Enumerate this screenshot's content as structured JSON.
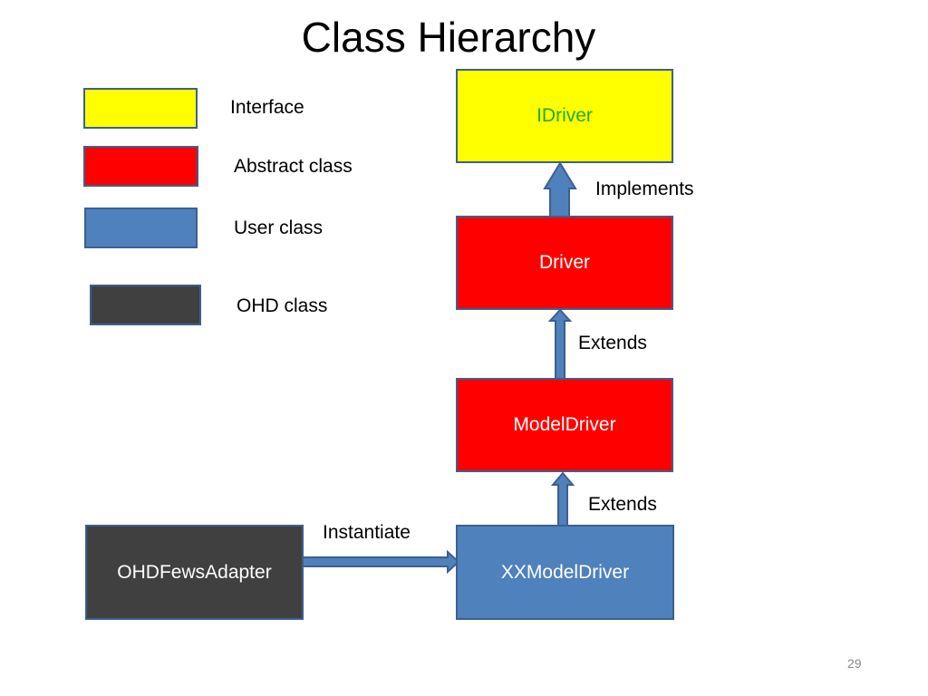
{
  "title": "Class Hierarchy",
  "colors": {
    "interface": "#ffff00",
    "abstract": "#ff0000",
    "user": "#4f81bd",
    "ohd": "#404040",
    "border": "#3d5f8f",
    "interface_text": "#22aa22"
  },
  "legend": {
    "interface": "Interface",
    "abstract": "Abstract class",
    "user": "User class",
    "ohd": "OHD class"
  },
  "nodes": {
    "idriver": "IDriver",
    "driver": "Driver",
    "model_driver": "ModelDriver",
    "xx_model_driver": "XXModelDriver",
    "ohd_fews_adapter": "OHDFewsAdapter"
  },
  "edges": {
    "implements": "Implements",
    "extends_1": "Extends",
    "extends_2": "Extends",
    "instantiate": "Instantiate"
  },
  "page_number": "29"
}
